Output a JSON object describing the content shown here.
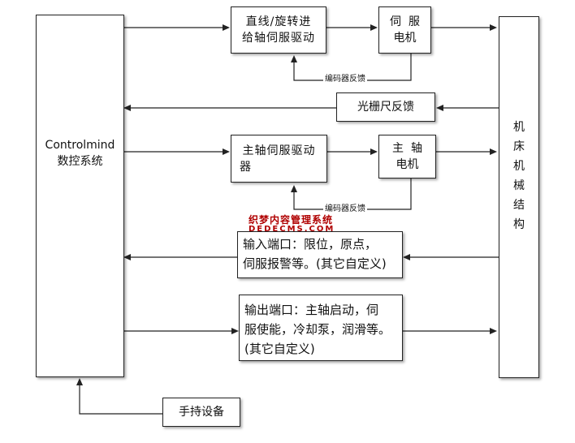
{
  "cnc": {
    "line1": "Controlmind",
    "line2": "数控系统"
  },
  "linear_servo_drive": {
    "line1": "直线/旋转进",
    "line2": "给轴伺服驱动"
  },
  "servo_motor": {
    "line1": "伺  服",
    "line2": "电机"
  },
  "encoder_feedback_1": "编码器反馈",
  "grating_feedback": "光栅尺反馈",
  "spindle_drive": {
    "line1": "主轴伺服驱动",
    "line2": "器"
  },
  "spindle_motor": {
    "line1": "主  轴",
    "line2": "电机"
  },
  "encoder_feedback_2": "编码器反馈",
  "machine": [
    "机",
    "床",
    "机",
    "械",
    "结",
    "构"
  ],
  "watermark": {
    "line1": "织梦内容管理系统",
    "line2": "DEDECMS.COM"
  },
  "input_port": {
    "line1": "输入端口：限位，原点，",
    "line2": "伺服报警等。(其它自定义)"
  },
  "output_port": {
    "line1": "输出端口：主轴启动，伺",
    "line2": "服使能，冷却泵，润滑等。",
    "line3": "(其它自定义)"
  },
  "handheld": "手持设备"
}
